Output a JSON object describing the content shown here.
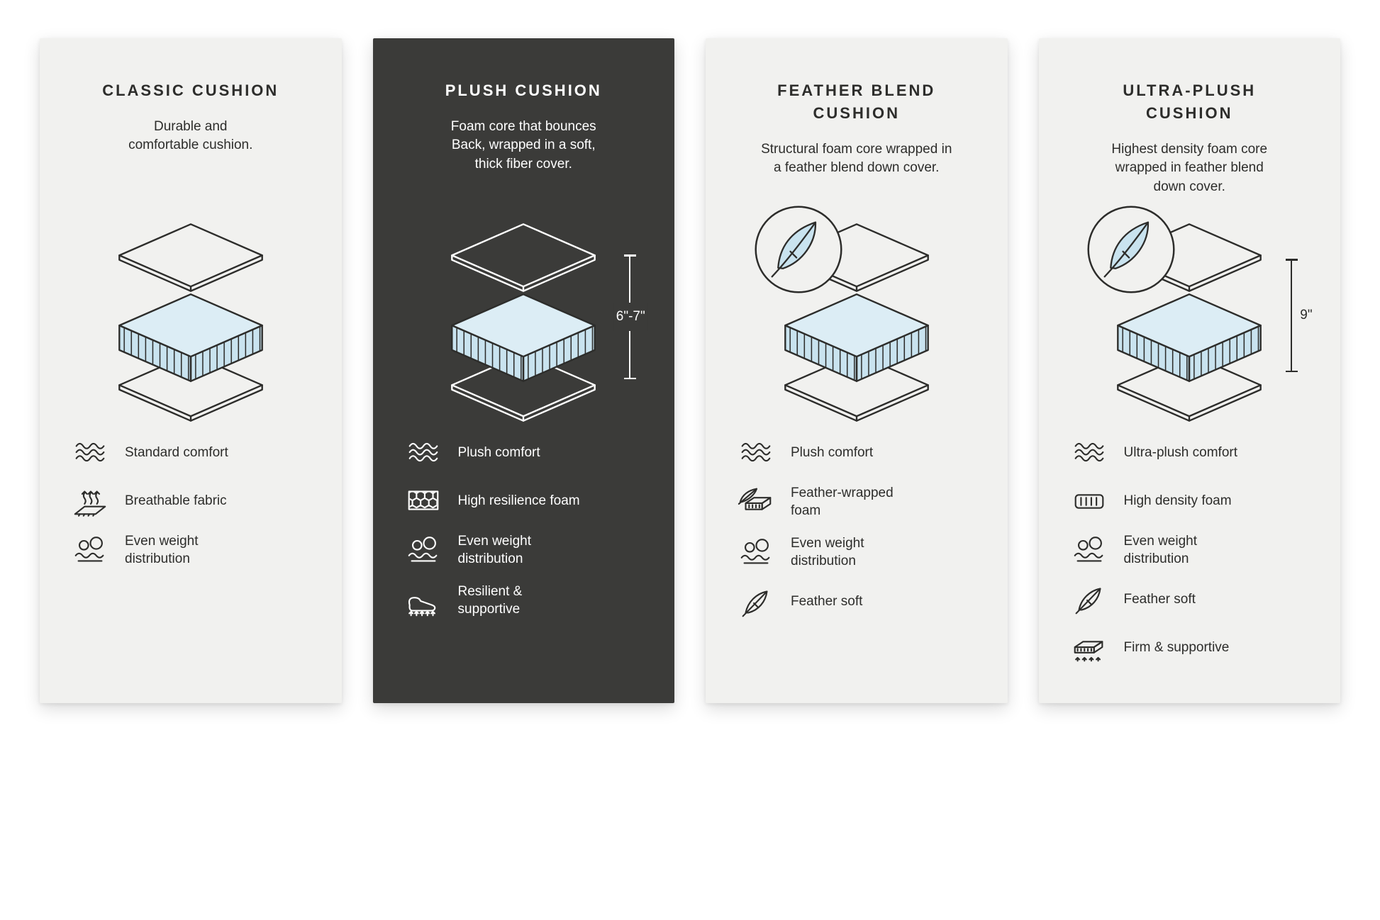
{
  "page": {
    "background": "#ffffff",
    "accent_blue": "#c9e3ef",
    "line_color": "#2d2d2b",
    "light_card_bg": "#f1f1ef",
    "dark_card_bg": "#3b3b39"
  },
  "cards": [
    {
      "id": "classic-cushion",
      "theme": "light",
      "title": "CLASSIC CUSHION",
      "description": "Durable and\ncomfortable cushion.",
      "features": [
        {
          "icon": "wave-icon",
          "label": "Standard comfort"
        },
        {
          "icon": "breathable-icon",
          "label": "Breathable fabric"
        },
        {
          "icon": "even-weight-icon",
          "label": "Even weight distribution"
        }
      ]
    },
    {
      "id": "plush-cushion",
      "theme": "dark",
      "title": "PLUSH CUSHION",
      "description": "Foam core that bounces\nBack, wrapped in a soft,\nthick fiber cover.",
      "measurement": "6\"-7\"",
      "features": [
        {
          "icon": "wave-icon",
          "label": "Plush comfort"
        },
        {
          "icon": "honeycomb-icon",
          "label": "High resilience foam"
        },
        {
          "icon": "even-weight-icon",
          "label": "Even weight distribution"
        },
        {
          "icon": "resilient-icon",
          "label": "Resilient & supportive"
        }
      ]
    },
    {
      "id": "feather-blend-cushion",
      "theme": "light",
      "title": "FEATHER BLEND\nCUSHION",
      "description": "Structural foam core wrapped in\na feather blend down cover.",
      "has_feather_badge": true,
      "features": [
        {
          "icon": "wave-icon",
          "label": "Plush comfort"
        },
        {
          "icon": "feather-foam-icon",
          "label": "Feather-wrapped foam"
        },
        {
          "icon": "even-weight-icon",
          "label": "Even weight distribution"
        },
        {
          "icon": "feather-icon",
          "label": "Feather soft"
        }
      ]
    },
    {
      "id": "ultra-plush-cushion",
      "theme": "light",
      "title": "ULTRA-PLUSH\nCUSHION",
      "description": "Highest density foam core\nwrapped in feather blend\ndown cover.",
      "measurement": "9\"",
      "has_feather_badge": true,
      "features": [
        {
          "icon": "wave-icon",
          "label": "Ultra-plush comfort"
        },
        {
          "icon": "foam-icon",
          "label": "High density foam"
        },
        {
          "icon": "even-weight-icon",
          "label": "Even weight distribution"
        },
        {
          "icon": "feather-icon",
          "label": "Feather soft"
        },
        {
          "icon": "firm-icon",
          "label": "Firm & supportive"
        }
      ]
    }
  ]
}
